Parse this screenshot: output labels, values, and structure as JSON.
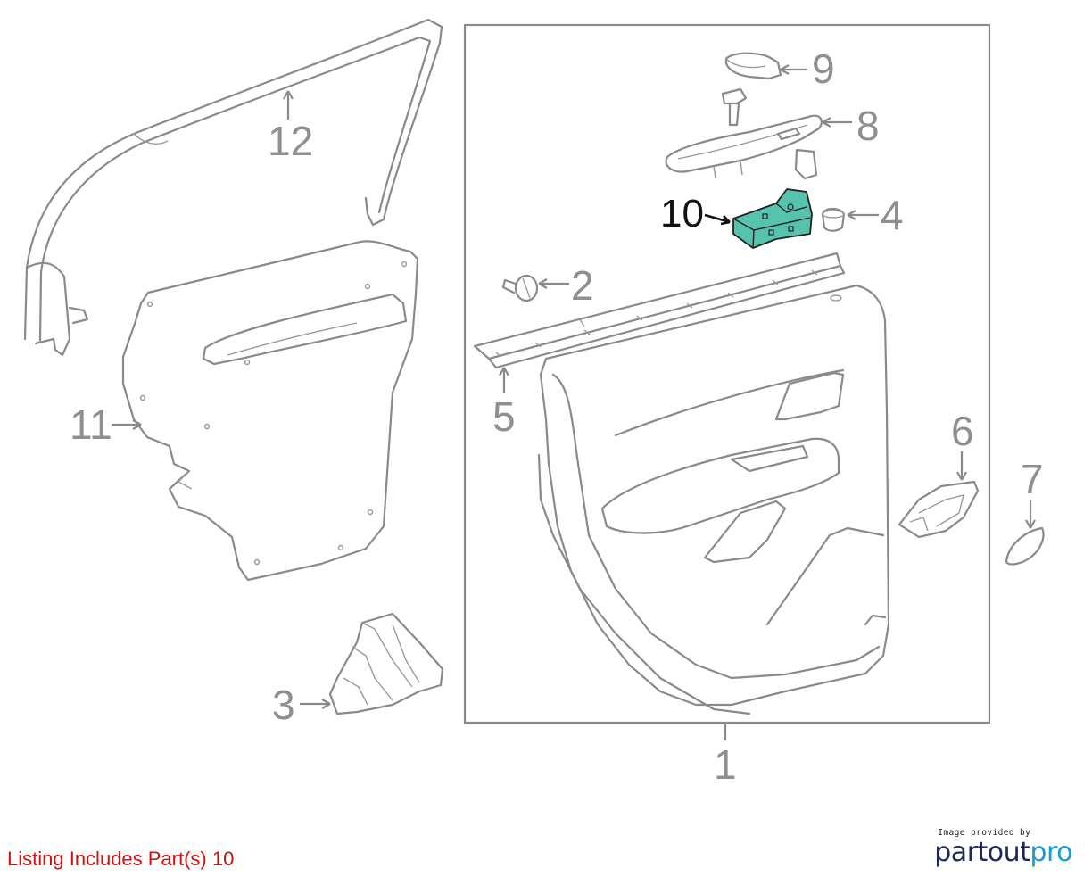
{
  "diagram": {
    "callouts": {
      "c1": "1",
      "c2": "2",
      "c3": "3",
      "c4": "4",
      "c5": "5",
      "c6": "6",
      "c7": "7",
      "c8": "8",
      "c9": "9",
      "c10": "10",
      "c11": "11",
      "c12": "12"
    },
    "highlighted_part": "10",
    "colors": {
      "line": "#8a8a8a",
      "highlight_fill": "#56c3ae",
      "highlight_label": "#111111"
    }
  },
  "footer": {
    "listing_text": "Listing Includes Part(s)  10"
  },
  "brand": {
    "caption": "Image provided by",
    "name_part1": "partout",
    "name_part2": "pro",
    "colors": {
      "dark": "#1d2a55",
      "light": "#1a9ad6"
    }
  }
}
